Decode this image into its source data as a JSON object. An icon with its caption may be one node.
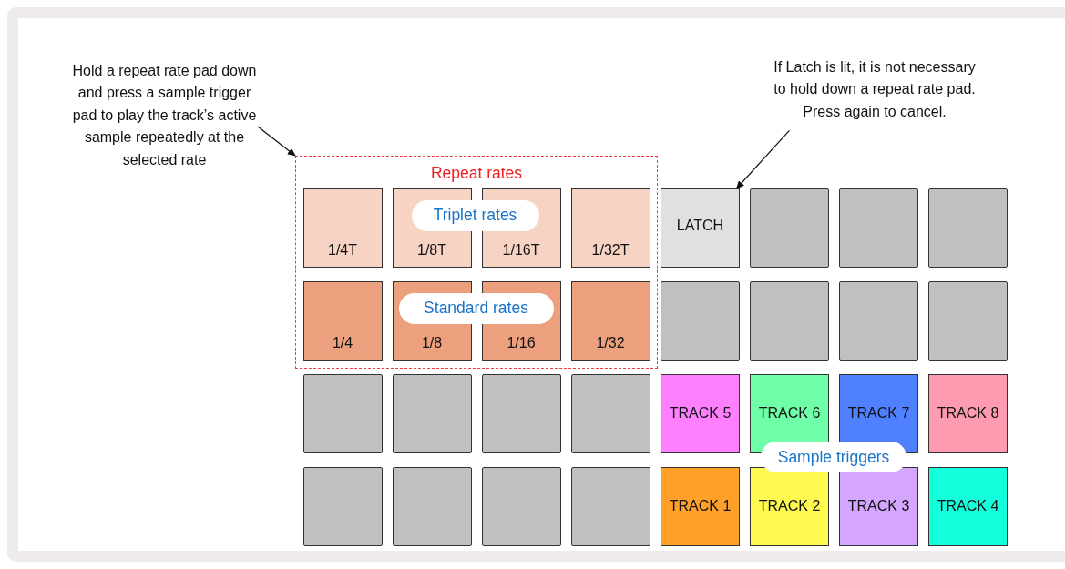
{
  "diagram": {
    "nodes": [
      {
        "text": [
          "Hold a repeat rate pad down and press a sample trigger pad to play the track’s  active sample repeatedly at the selected rate"
        ]
      },
      {
        "text": [
          "Repeat rates"
        ]
      },
      {
        "text": [
          "1/4T"
        ],
        "in": 1
      },
      {
        "text": [
          "1/8T"
        ],
        "in": 1
      },
      {
        "text": [
          "1/16T"
        ],
        "in": 1
      },
      {
        "text": [
          "1/32T"
        ],
        "in": 1
      },
      {
        "text": [
          "Triplet rates"
        ],
        "in": 1
      },
      {
        "text": [
          "1/4"
        ],
        "in": 1
      },
      {
        "text": [
          "1/8"
        ],
        "in": 1
      },
      {
        "text": [
          "1/16"
        ],
        "in": 1
      },
      {
        "text": [
          "1/32"
        ],
        "in": 1
      },
      {
        "text": [
          "Standard rates"
        ],
        "in": 1
      },
      {
        "text": [
          "If Latch is lit, it is not necessary to hold down a repeat rate pad. Press again to cancel."
        ]
      },
      {
        "text": [
          "LATCH"
        ]
      },
      {
        "text": [],
        "shape": "box"
      },
      {
        "text": [],
        "shape": "box"
      },
      {
        "text": [],
        "shape": "box"
      },
      {
        "text": [],
        "shape": "box"
      },
      {
        "text": [],
        "shape": "box"
      },
      {
        "text": [],
        "shape": "box"
      },
      {
        "text": [],
        "shape": "box"
      },
      {
        "text": [],
        "shape": "box"
      },
      {
        "text": [],
        "shape": "box"
      },
      {
        "text": [],
        "shape": "box"
      },
      {
        "text": [],
        "shape": "box"
      },
      {
        "text": [
          "TRACK 5"
        ]
      },
      {
        "text": [
          "TRACK 6"
        ]
      },
      {
        "text": [
          "TRACK 7"
        ]
      },
      {
        "text": [
          "TRACK 8"
        ]
      },
      {
        "text": [
          "Sample triggers"
        ]
      },
      {
        "text": [],
        "shape": "box"
      },
      {
        "text": [],
        "shape": "box"
      },
      {
        "text": [],
        "shape": "box"
      },
      {
        "text": [],
        "shape": "box"
      },
      {
        "text": [
          "TRACK 1"
        ]
      },
      {
        "text": [
          "TRACK 2"
        ]
      },
      {
        "text": [
          "TRACK 3"
        ]
      },
      {
        "text": [
          "TRACK 4"
        ]
      }
    ],
    "edges": [
      {
        "from": 0,
        "to": 1,
        "arrow": "to"
      },
      {
        "from": 12,
        "to": 13,
        "arrow": "to"
      }
    ]
  }
}
